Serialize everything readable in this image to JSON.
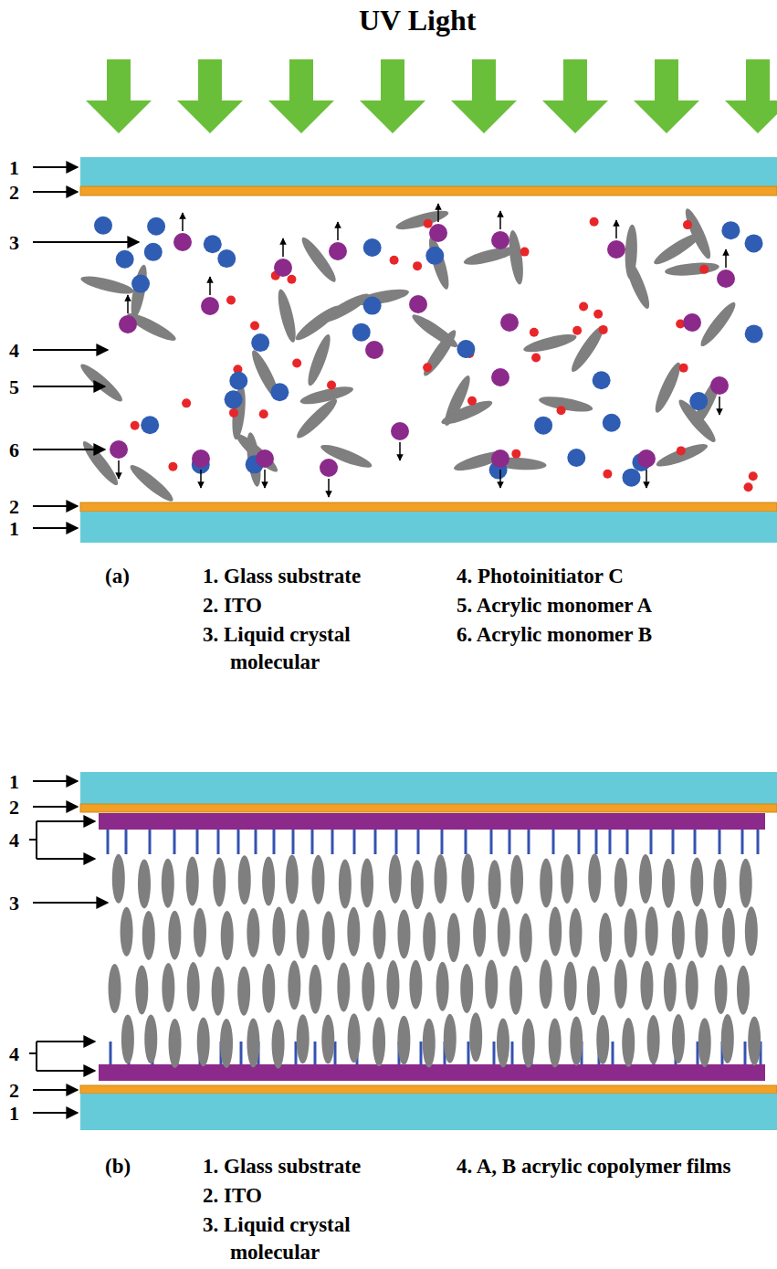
{
  "diagram": {
    "labels": [
      "UV Light",
      "1",
      "2",
      "3",
      "4",
      "5",
      "6",
      "2",
      "1",
      "(a)",
      "1. Glass substrate",
      "2. ITO",
      "3. Liquid crystal molecular",
      "4. Photoinitiator C",
      "5. Acrylic monomer A",
      "6. Acrylic monomer B",
      "1",
      "2",
      "4",
      "3",
      "4",
      "2",
      "1",
      "(b)",
      "1. Glass substrate",
      "2. ITO",
      "3. Liquid crystal molecular",
      "4. A, B acrylic copolymer films"
    ]
  }
}
